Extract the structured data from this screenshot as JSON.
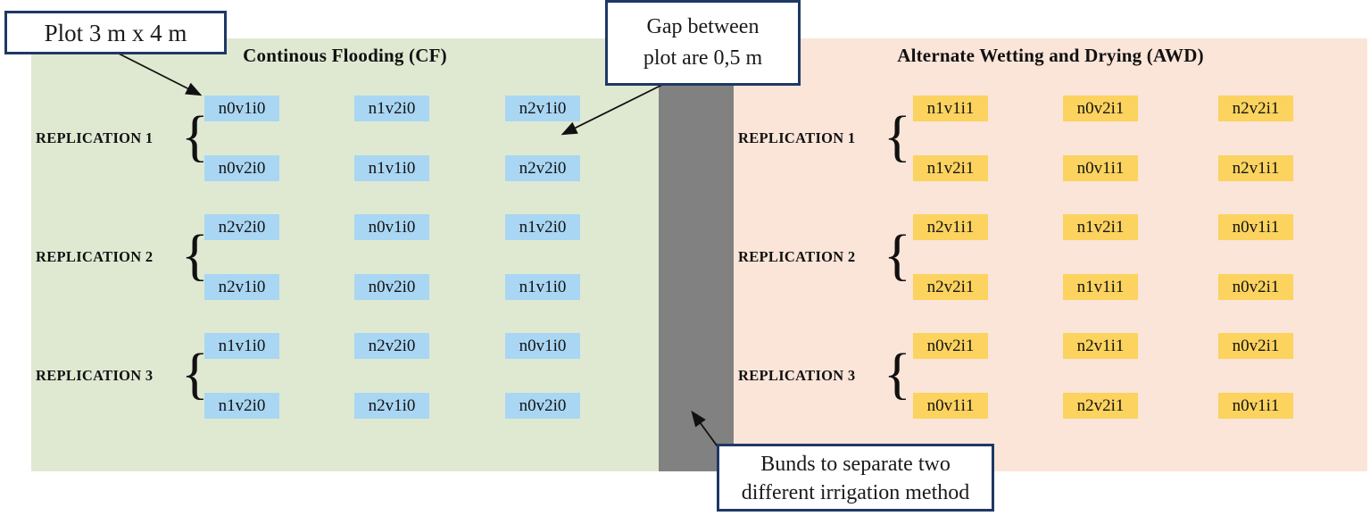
{
  "ui": {
    "brace": "{"
  },
  "callouts": {
    "plot_size": {
      "text": "Plot 3 m x 4 m"
    },
    "gap": {
      "line1": "Gap between",
      "line2": "plot are 0,5 m"
    },
    "bunds": {
      "line1": "Bunds to separate two",
      "line2": "different irrigation  method"
    }
  },
  "cf": {
    "title": "Continous Flooding (CF)",
    "replications": [
      {
        "label": "REPLICATION 1",
        "rows": [
          [
            "n0v1i0",
            "n1v2i0",
            "n2v1i0"
          ],
          [
            "n0v2i0",
            "n1v1i0",
            "n2v2i0"
          ]
        ]
      },
      {
        "label": "REPLICATION 2",
        "rows": [
          [
            "n2v2i0",
            "n0v1i0",
            "n1v2i0"
          ],
          [
            "n2v1i0",
            "n0v2i0",
            "n1v1i0"
          ]
        ]
      },
      {
        "label": "REPLICATION 3",
        "rows": [
          [
            "n1v1i0",
            "n2v2i0",
            "n0v1i0"
          ],
          [
            "n1v2i0",
            "n2v1i0",
            "n0v2i0"
          ]
        ]
      }
    ]
  },
  "awd": {
    "title": "Alternate Wetting and Drying (AWD)",
    "replications": [
      {
        "label": "REPLICATION 1",
        "rows": [
          [
            "n1v1i1",
            "n0v2i1",
            "n2v2i1"
          ],
          [
            "n1v2i1",
            "n0v1i1",
            "n2v1i1"
          ]
        ]
      },
      {
        "label": "REPLICATION 2",
        "rows": [
          [
            "n2v1i1",
            "n1v2i1",
            "n0v1i1"
          ],
          [
            "n2v2i1",
            "n1v1i1",
            "n0v2i1"
          ]
        ]
      },
      {
        "label": "REPLICATION 3",
        "rows": [
          [
            "n0v2i1",
            "n2v1i1",
            "n0v2i1"
          ],
          [
            "n0v1i1",
            "n2v2i1",
            "n0v1i1"
          ]
        ]
      }
    ]
  },
  "colors": {
    "cf_panel": "#dfe9d2",
    "awd_panel": "#fbe5d8",
    "bunds": "#818181",
    "cf_plot": "#a9d6f3",
    "awd_plot": "#fbd35e",
    "callout_border": "#1f3864"
  }
}
